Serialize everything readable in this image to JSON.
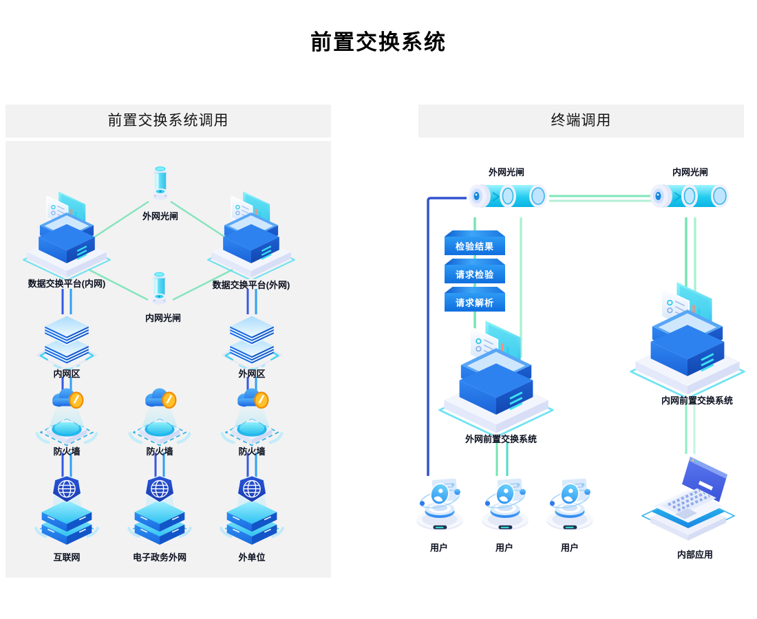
{
  "title": "前置交换系统",
  "left_panel": {
    "header": "前置交换系统调用",
    "labels": {
      "platform_internal": "数据交换平台(内网)",
      "gate_external": "外网光闸",
      "platform_external": "数据交换平台(外网)",
      "gate_internal": "内网光闸",
      "zone_internal": "内网区",
      "zone_external": "外网区",
      "firewall_left": "防火墙",
      "firewall_middle": "防火墙",
      "firewall_right": "防火墙",
      "internet": "互联网",
      "egov_network": "电子政务外网",
      "external_unit": "外单位"
    }
  },
  "right_panel": {
    "header": "终端调用",
    "labels": {
      "gate_external": "外网光闸",
      "gate_internal": "内网光闸",
      "step_result": "检验结果",
      "step_verify": "请求检验",
      "step_parse": "请求解析",
      "front_external": "外网前置交换系统",
      "front_internal": "内网前置交换系统",
      "user_1": "用户",
      "user_2": "用户",
      "user_3": "用户",
      "internal_app": "内部应用"
    }
  },
  "icons": {
    "platform": "isometric-server-platform-icon",
    "gate_vertical": "vertical-optical-gate-cylinder-icon",
    "gate_horizontal": "horizontal-optical-gate-cylinder-icon",
    "zone": "striped-server-stack-icon",
    "firewall": "cloud-shield-firewall-icon",
    "server_globe": "globe-shield-server-stack-icon",
    "user": "user-pedestal-icon",
    "laptop": "laptop-icon"
  },
  "colors": {
    "panel_bg": "#f2f2f2",
    "title_text": "#000000",
    "label_text": "#0a0f1e",
    "line_green": "#7de6ba",
    "line_mint": "#aef0d4",
    "line_blue_dark": "#3152cf",
    "line_blue": "#3558e0",
    "line_sky": "#2f9ff2",
    "box_blue": "#1272e0",
    "accent_cyan": "#35d4f0",
    "shield_orange": "#ffc02a"
  }
}
